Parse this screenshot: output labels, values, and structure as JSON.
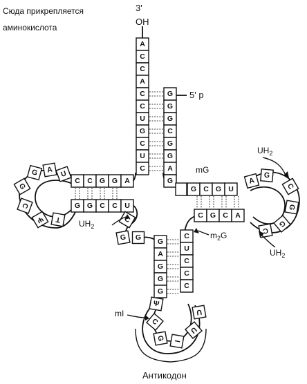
{
  "labels": {
    "attach_line1": "Сюда прикрепляется",
    "attach_line2": "аминокислота",
    "three_prime": "3'",
    "three_oh": "OH",
    "five_prime": "5' p",
    "anticodon": "Антикодон",
    "mG": "mG",
    "uh2_right_top": "UH",
    "uh2_right_bottom": "UH",
    "uh2_left": "UH",
    "subscript_2": "2",
    "m2g": "m",
    "m2g_sub": "2",
    "m2g_suffix": "G",
    "mi": "mI"
  },
  "acceptor_3_prime": [
    "A",
    "C",
    "C",
    "A",
    "C",
    "C",
    "U",
    "G",
    "C",
    "U",
    "C"
  ],
  "acceptor_5_prime": [
    "G",
    "G",
    "G",
    "C",
    "G",
    "G",
    "A",
    "G"
  ],
  "d_arm_top": [
    "C",
    "C",
    "G",
    "G",
    "A"
  ],
  "d_arm_bottom": [
    "G",
    "G",
    "C",
    "C",
    "U"
  ],
  "d_loop": [
    "U",
    "A",
    "G",
    "G",
    "C",
    "Ψ",
    "T"
  ],
  "t_arm_top": [
    "G",
    "C",
    "G",
    "U"
  ],
  "t_arm_bottom": [
    "C",
    "G",
    "C",
    "A"
  ],
  "t_loop": [
    "A",
    "G",
    "C",
    "G",
    "G",
    "C"
  ],
  "variable": [
    "C",
    "G",
    "G"
  ],
  "anticodon_left": [
    "G",
    "A",
    "G",
    "G",
    "G"
  ],
  "anticodon_right": [
    "C",
    "U",
    "C",
    "C",
    "C"
  ],
  "anticodon_loop": [
    "Ψ",
    "C",
    "G",
    "I",
    "U",
    "U"
  ]
}
